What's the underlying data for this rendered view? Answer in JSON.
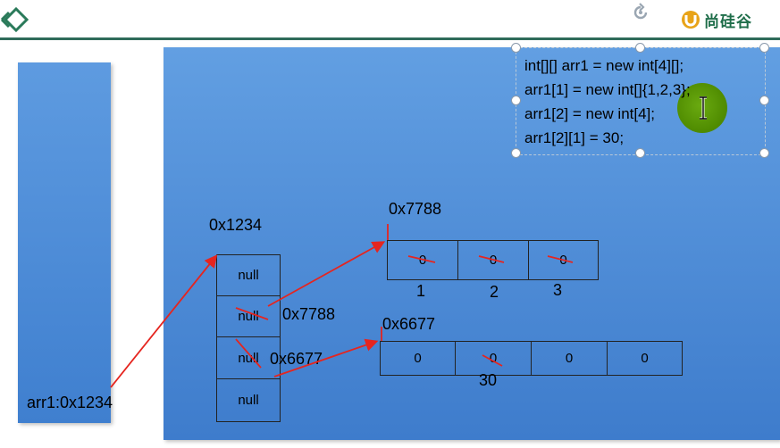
{
  "header": {
    "brand_text": "尚硅谷"
  },
  "code": {
    "lines": [
      "int[][] arr1 = new int[4][];",
      "arr1[1] = new int[]{1,2,3};",
      "arr1[2] = new int[4];",
      "arr1[2][1] = 30;"
    ]
  },
  "stack": {
    "var_label": "arr1:0x1234"
  },
  "outer_array": {
    "address": "0x1234",
    "cells": [
      "null",
      "null",
      "null",
      "null"
    ],
    "ref_labels": [
      "0x7788",
      "0x6677"
    ]
  },
  "array_a": {
    "address": "0x7788",
    "cells": [
      "0",
      "0",
      "0"
    ],
    "values": [
      "1",
      "2",
      "3"
    ]
  },
  "array_b": {
    "address": "0x6677",
    "cells": [
      "0",
      "0",
      "0",
      "0"
    ],
    "value": "30"
  },
  "colors": {
    "panel": "#4a8ad6",
    "arrow": "#e5251f",
    "brand": "#1f6e4a",
    "cursor": "#5a9400"
  },
  "icons": [
    "diamond-logo-icon",
    "rotate-handle-icon",
    "brand-logo-icon",
    "text-cursor-icon"
  ]
}
